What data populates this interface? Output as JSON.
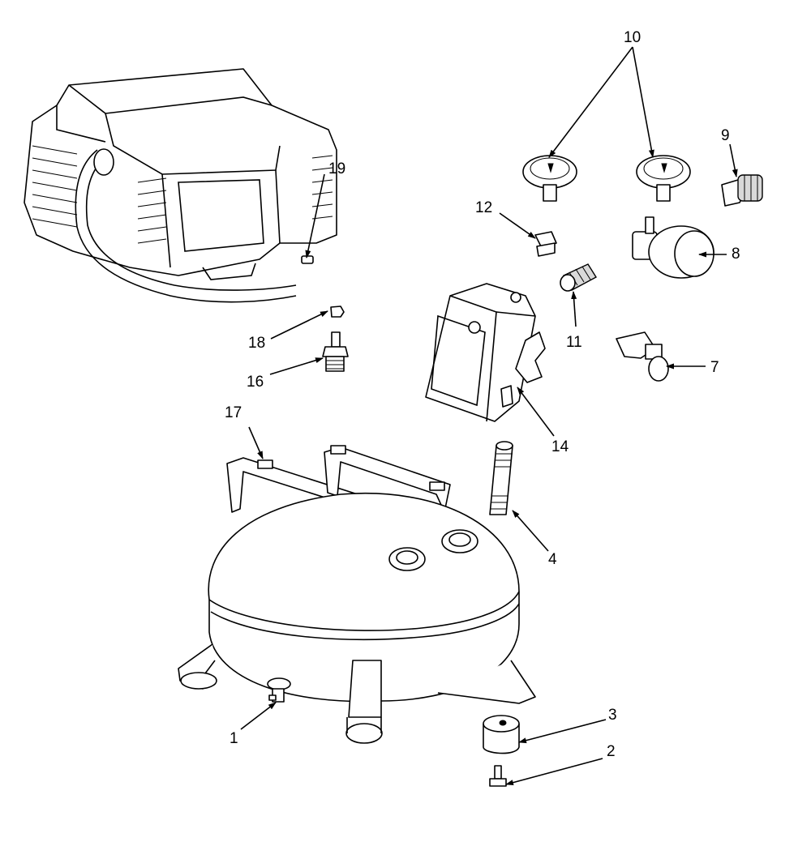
{
  "callouts": [
    {
      "id": "c1",
      "label": "1"
    },
    {
      "id": "c2",
      "label": "2"
    },
    {
      "id": "c3",
      "label": "3"
    },
    {
      "id": "c4",
      "label": "4"
    },
    {
      "id": "c7",
      "label": "7"
    },
    {
      "id": "c8",
      "label": "8"
    },
    {
      "id": "c9",
      "label": "9"
    },
    {
      "id": "c10",
      "label": "10"
    },
    {
      "id": "c11",
      "label": "11"
    },
    {
      "id": "c12",
      "label": "12"
    },
    {
      "id": "c14",
      "label": "14"
    },
    {
      "id": "c16",
      "label": "16"
    },
    {
      "id": "c17",
      "label": "17"
    },
    {
      "id": "c18",
      "label": "18"
    },
    {
      "id": "c19",
      "label": "19"
    }
  ],
  "colors": {
    "line": "#000000",
    "background": "#ffffff"
  }
}
